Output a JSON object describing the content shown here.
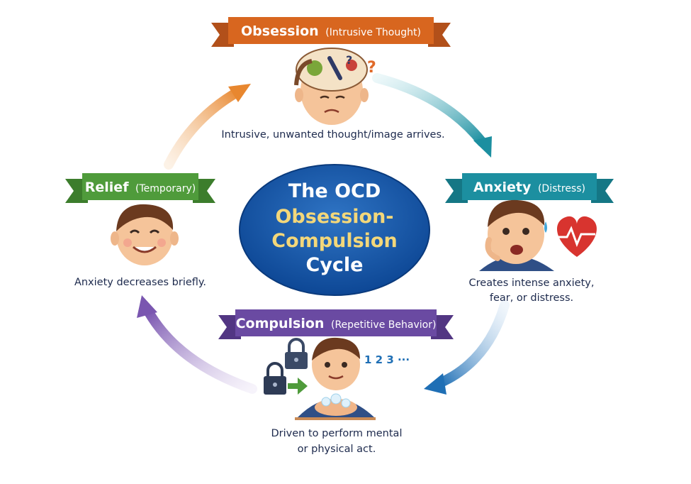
{
  "center": {
    "line1": "The OCD",
    "line2": "Obsession-",
    "line3": "Compulsion",
    "line4": "Cycle"
  },
  "stages": {
    "obsession": {
      "title": "Obsession",
      "subtitle": "(Intrusive Thought)",
      "description": "Intrusive, unwanted thought/image arrives.",
      "color": "#d8661f"
    },
    "anxiety": {
      "title": "Anxiety",
      "subtitle": "(Distress)",
      "description_line1": "Creates intense anxiety,",
      "description_line2": "fear, or distress.",
      "color": "#1c8fa0"
    },
    "compulsion": {
      "title": "Compulsion",
      "subtitle": "(Repetitive Behavior)",
      "description_line1": "Driven to perform mental",
      "description_line2": "or physical act.",
      "counter": "1 2 3 ···",
      "color": "#6a4aa2"
    },
    "relief": {
      "title": "Relief",
      "subtitle": "(Temporary)",
      "description": "Anxiety decreases briefly.",
      "color": "#4f9b3b"
    }
  },
  "colors": {
    "center_fill": "#1452a5",
    "center_text_white": "#ffffff",
    "center_text_yellow": "#f3d77a",
    "arrow_orange": "#e8872f",
    "arrow_teal": "#1c8fa0",
    "arrow_blue": "#1f6fb5",
    "arrow_purple": "#7a56b0"
  },
  "icons": [
    "brain-thoughts-icon",
    "distressed-person-icon",
    "heart-pulse-icon",
    "padlock-icon",
    "hand-washing-person-icon",
    "smiling-person-icon"
  ]
}
